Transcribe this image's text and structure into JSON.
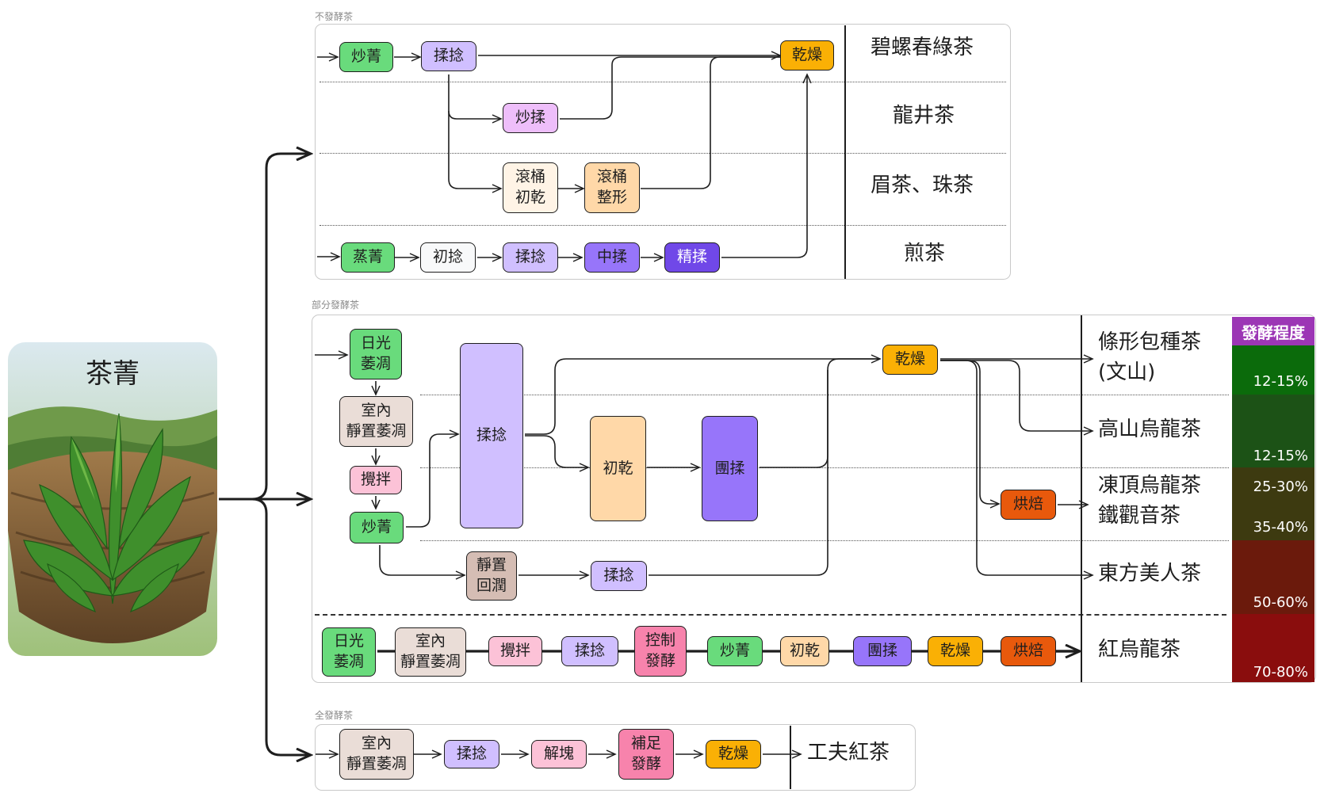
{
  "source": {
    "label": "茶菁",
    "image_icon": "tea-leaves-basket-icon"
  },
  "colors": {
    "green": "#69db7c",
    "lavender": "#d0bfff",
    "pink_lilac": "#eebefa",
    "cream": "#fff4e6",
    "peach": "#ffd8a8",
    "purple": "#9775fa",
    "deep_purple": "#7048e8",
    "orange": "#fab005",
    "red_orange": "#e8590c",
    "beige": "#eaddd7",
    "pink": "#fcc2d7",
    "deep_pink": "#f783ac",
    "mauve": "#d5bdb4",
    "light_gray": "#f8f9fa",
    "accent_header": "#9c36b5"
  },
  "sections": {
    "unfermented": {
      "title": "不發酵茶",
      "nodes": {
        "a1": "炒菁",
        "a2": "揉捻",
        "a3": "乾燥",
        "a4": "炒揉",
        "a5": "滾桶\n初乾",
        "a6": "滾桶\n整形",
        "a7": "蒸菁",
        "a8": "初捻",
        "a9": "揉捻",
        "a10": "中揉",
        "a11": "精揉"
      },
      "results": [
        "碧螺春綠茶",
        "龍井茶",
        "眉茶、珠茶",
        "煎茶"
      ]
    },
    "partial": {
      "title": "部分發酵茶",
      "nodes": {
        "b1": "日光\n萎凋",
        "b2": "室內\n靜置萎凋",
        "b3": "攪拌",
        "b4": "炒菁",
        "b5": "揉捻",
        "b6": "初乾",
        "b7": "團揉",
        "b8": "乾燥",
        "b9": "烘焙",
        "b10": "靜置\n回潤",
        "b11": "揉捻"
      },
      "chain": [
        "日光\n萎凋",
        "室內\n靜置萎凋",
        "攪拌",
        "揉捻",
        "控制\n發酵",
        "炒菁",
        "初乾",
        "團揉",
        "乾燥",
        "烘焙"
      ],
      "results": [
        "條形包種茶\n(文山)",
        "高山烏龍茶",
        "凍頂烏龍茶\n鐵觀音茶",
        "東方美人茶",
        "紅烏龍茶"
      ],
      "fermentation": {
        "header": "發酵程度",
        "bands": [
          {
            "labels": [
              "12-15%"
            ],
            "color": "#0b6b0b"
          },
          {
            "labels": [
              "12-15%"
            ],
            "color": "#1c5216"
          },
          {
            "labels": [
              "25-30%",
              "35-40%"
            ],
            "color": "#3d3a10"
          },
          {
            "labels": [
              "50-60%"
            ],
            "color": "#6b1a0c"
          },
          {
            "labels": [
              "70-80%"
            ],
            "color": "#8a0d0d"
          }
        ]
      }
    },
    "full": {
      "title": "全發酵茶",
      "nodes": [
        "室內\n靜置萎凋",
        "揉捻",
        "解塊",
        "補足\n發酵",
        "乾燥"
      ],
      "result": "工夫紅茶"
    }
  }
}
